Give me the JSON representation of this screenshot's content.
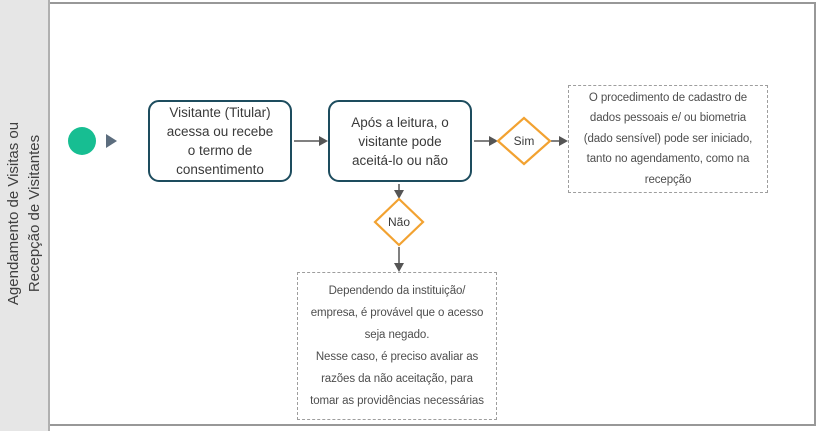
{
  "lane": {
    "title_lines": [
      "Agendamento de Visitas ou",
      "Recepção de Visitantes"
    ]
  },
  "flow": {
    "start_event": {
      "shape": "circle",
      "marker": "right-triangle"
    },
    "tasks": [
      {
        "id": "task-1",
        "text": "Visitante (Titular)\nacessa ou recebe\no termo de\nconsentimento"
      },
      {
        "id": "task-2",
        "text": "Após a leitura, o\nvisitante pode\naceitá-lo ou não"
      }
    ],
    "gateways": [
      {
        "id": "gateway-sim",
        "label": "Sim"
      },
      {
        "id": "gateway-nao",
        "label": "Não"
      }
    ],
    "notes": [
      {
        "id": "note-right",
        "text": "O procedimento de cadastro de\ndados pessoais e/ ou biometria\n(dado sensível) pode ser iniciado,\ntanto no agendamento, como na\nrecepção"
      },
      {
        "id": "note-bottom",
        "text": "Dependendo da instituição/\nempresa, é provável que o acesso\nseja negado.\nNesse caso, é preciso avaliar as\nrazões da não aceitação, para\ntomar as providências necessárias"
      }
    ]
  },
  "colors": {
    "start_green": "#17be92",
    "marker_slate": "#5c6d7e",
    "task_border": "#1d4c5e",
    "task_text": "#3a3a3a",
    "gateway_border": "#f2a231",
    "arrow_line": "#808080",
    "arrow_head": "#555555",
    "note_border": "#9e9e9e",
    "note_text": "#4e4e4e",
    "lane_bg": "#e6e6e6",
    "lane_border": "#b0b0b0",
    "lane_text": "#404040",
    "pool_border": "#989898"
  }
}
